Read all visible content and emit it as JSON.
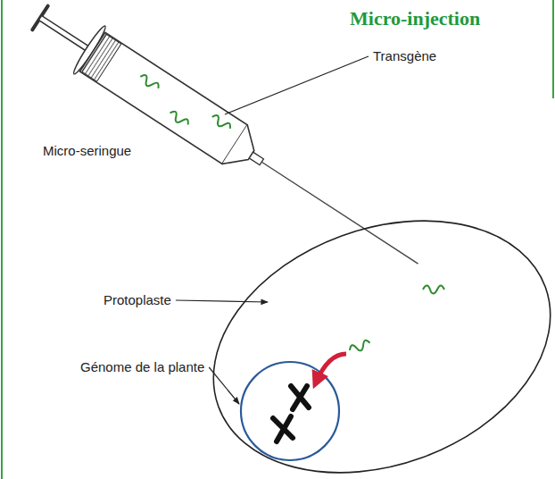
{
  "diagram": {
    "title": "Micro-injection",
    "labels": [
      "Transgène",
      "Micro-seringue",
      "Protoplaste",
      "Génome de la plante"
    ]
  }
}
